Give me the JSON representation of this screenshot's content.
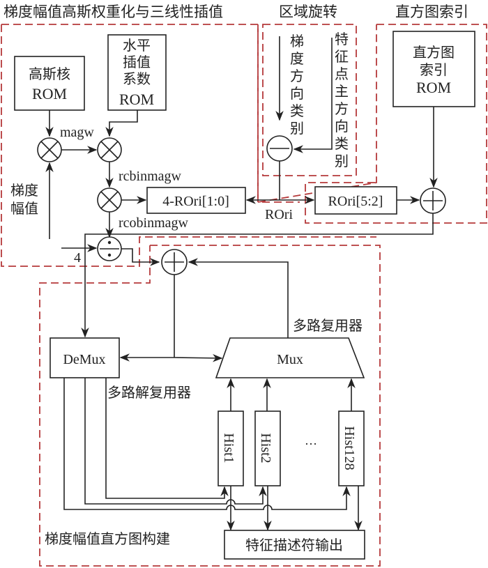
{
  "regions": {
    "gauss_weight": "梯度幅值高斯权重化与三线性插值",
    "rotation": "区域旋转",
    "hist_index": "直方图索引",
    "hist_build": "梯度幅值直方图构建"
  },
  "blocks": {
    "gauss_rom": [
      "高斯核",
      "ROM"
    ],
    "interp_rom": [
      "水平",
      "插值",
      "系数",
      "ROM"
    ],
    "hist_index_rom": [
      "直方图",
      "索引",
      "ROM"
    ],
    "rori_low": "4-ROri[1:0]",
    "rori_high": "ROri[5:2]",
    "demux": "DeMux",
    "mux": "Mux",
    "hist1": "Hist1",
    "hist2": "Hist2",
    "hist128": "Hist128",
    "ellipsis": "…",
    "descriptor_out": "特征描述符输出"
  },
  "signals": {
    "magw": "magw",
    "rcbinmagw": "rcbinmagw",
    "rcobinmagw": "rcobinmagw",
    "grad_mag": [
      "梯度",
      "幅值"
    ],
    "grad_dir_class": [
      "梯",
      "度",
      "方",
      "向",
      "类",
      "别"
    ],
    "kp_dir_class": [
      "特",
      "征",
      "点",
      "主",
      "方",
      "向",
      "类",
      "别"
    ],
    "rori": "ROri",
    "divisor": "4"
  },
  "labels": {
    "mux_cn": "多路复用器",
    "demux_cn": "多路解复用器"
  },
  "operators": {
    "mul1": "multiply",
    "mul2": "multiply",
    "mul3": "multiply",
    "div": "divide",
    "sub": "subtract",
    "add_index": "add",
    "add_accum": "add"
  }
}
